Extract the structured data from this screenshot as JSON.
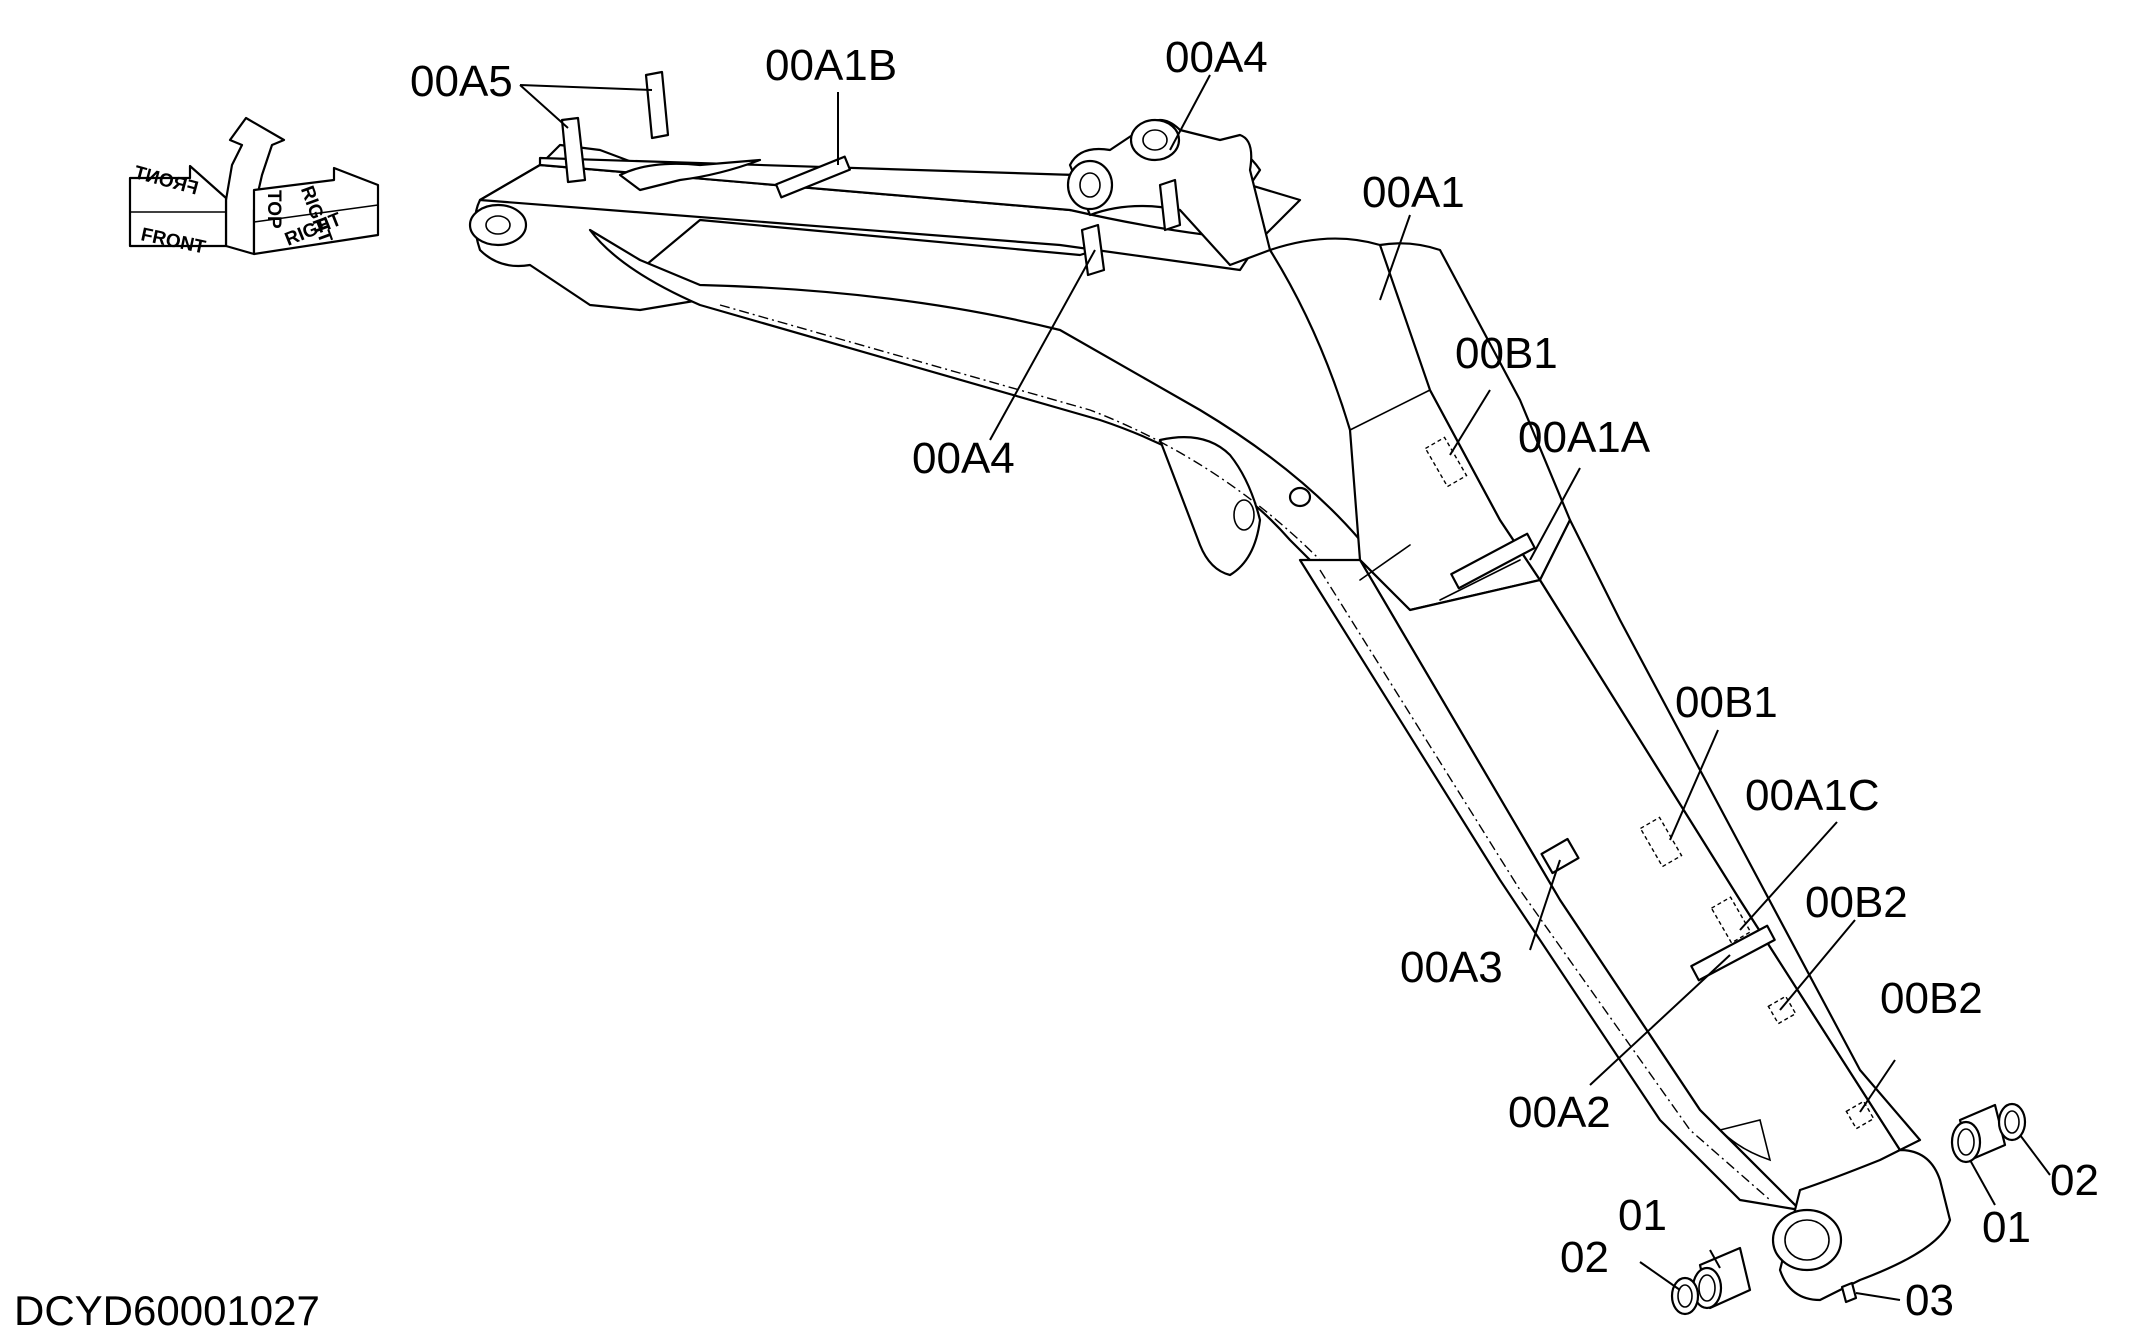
{
  "orientation": {
    "front": "FRONT",
    "top": "TOP",
    "right": "RIGHT"
  },
  "labels": {
    "a5": "00A5",
    "a1b": "00A1B",
    "a4_top": "00A4",
    "a1": "00A1",
    "a4_mid": "00A4",
    "b1_upper": "00B1",
    "a1a": "00A1A",
    "b1_lower": "00B1",
    "a1c": "00A1C",
    "b2_upper": "00B2",
    "a3": "00A3",
    "b2_lower": "00B2",
    "a2": "00A2",
    "p01_left": "01",
    "p02_left": "02",
    "p03": "03",
    "p01_right": "01",
    "p02_right": "02"
  },
  "drawing_code": "DCYD60001027"
}
